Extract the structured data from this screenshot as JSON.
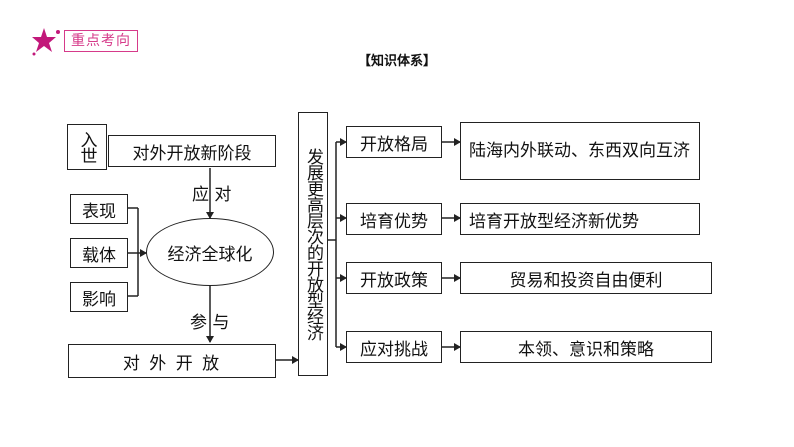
{
  "badge": {
    "label": "重点考向"
  },
  "heading": "【知识体系】",
  "left": {
    "wto": "入世",
    "new_stage": "对外开放新阶段",
    "respond": "应 对",
    "manifest": "表现",
    "carrier": "载体",
    "impact": "影响",
    "globalization": "经济全球化",
    "participate": "参 与",
    "opening": "对 外 开 放"
  },
  "center_column": "发展更高层次的开放型经济",
  "rows": [
    {
      "label": "开放格局",
      "content": "陆海内外联动、东西双向互济"
    },
    {
      "label": "培育优势",
      "content": "培育开放型经济新优势"
    },
    {
      "label": "开放政策",
      "content": "贸易和投资自由便利"
    },
    {
      "label": "应对挑战",
      "content": "本领、意识和策略"
    }
  ],
  "colors": {
    "accent": "#d63a8a",
    "line": "#222222"
  }
}
